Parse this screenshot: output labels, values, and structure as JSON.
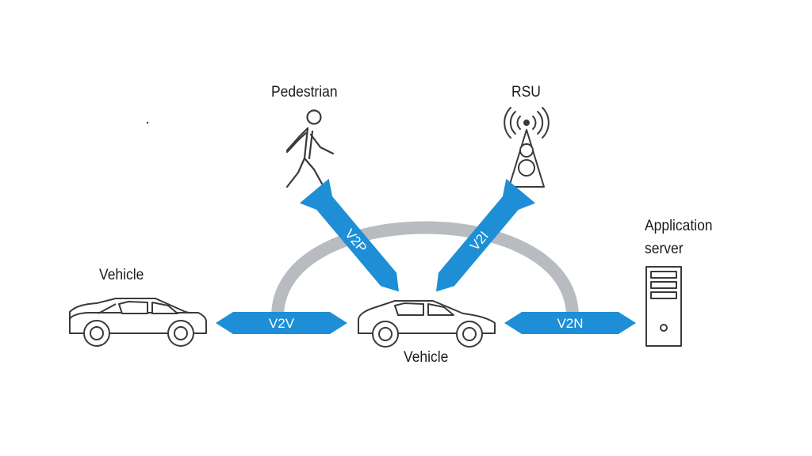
{
  "labels": {
    "pedestrian": "Pedestrian",
    "rsu": "RSU",
    "vehicle_left": "Vehicle",
    "vehicle_center": "Vehicle",
    "server_line1": "Application",
    "server_line2": "server"
  },
  "links": {
    "v2v": "V2V",
    "v2p": "V2P",
    "v2i": "V2I",
    "v2n": "V2N"
  },
  "colors": {
    "link_blue": "#1e8fd6",
    "arc_gray": "#b8bcc0",
    "outline": "#3a3a3a",
    "background": "#ffffff"
  },
  "icons": [
    "pedestrian-icon",
    "rsu-tower-icon",
    "car-icon",
    "server-icon"
  ]
}
